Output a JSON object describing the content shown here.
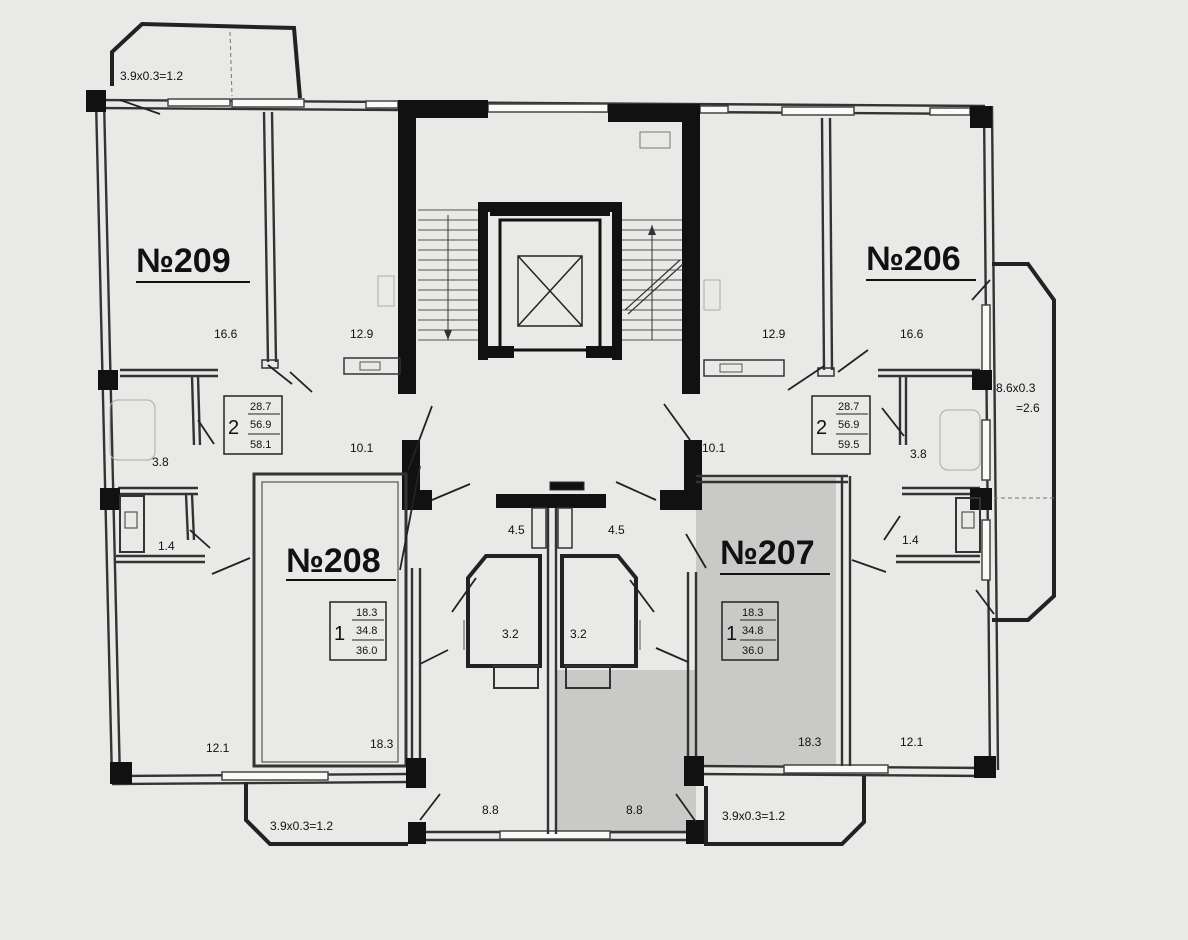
{
  "apartments": [
    {
      "number": "№209",
      "rooms": "2",
      "living": "28.7",
      "total": "56.9",
      "full": "58.1",
      "room_areas": {
        "room_a": "16.6",
        "room_b": "12.9",
        "kitchen": "12.1",
        "hall": "10.1",
        "bath": "3.8",
        "wc": "1.4"
      }
    },
    {
      "number": "№206",
      "rooms": "2",
      "living": "28.7",
      "total": "56.9",
      "full": "59.5",
      "room_areas": {
        "room_a": "16.6",
        "room_b": "12.9",
        "kitchen": "12.1",
        "hall": "10.1",
        "bath": "3.8",
        "wc": "1.4"
      }
    },
    {
      "number": "№208",
      "rooms": "1",
      "living": "18.3",
      "total": "34.8",
      "full": "36.0",
      "room_areas": {
        "room": "18.3",
        "hall": "4.5",
        "bath": "3.2",
        "kitchen": "8.8"
      }
    },
    {
      "number": "№207",
      "rooms": "1",
      "living": "18.3",
      "total": "34.8",
      "full": "36.0",
      "room_areas": {
        "room": "18.3",
        "hall": "4.5",
        "bath": "3.2",
        "kitchen": "8.8"
      }
    }
  ],
  "balconies": {
    "top_left": "3.9x0.3=1.2",
    "right_line1": "8.6x0.3",
    "right_line2": "=2.6",
    "bottom_left": "3.9x0.3=1.2",
    "bottom_right": "3.9x0.3=1.2"
  },
  "colors": {
    "background": "#e9e9e7",
    "walls": "#111111",
    "highlight": "#c9c9c7"
  }
}
